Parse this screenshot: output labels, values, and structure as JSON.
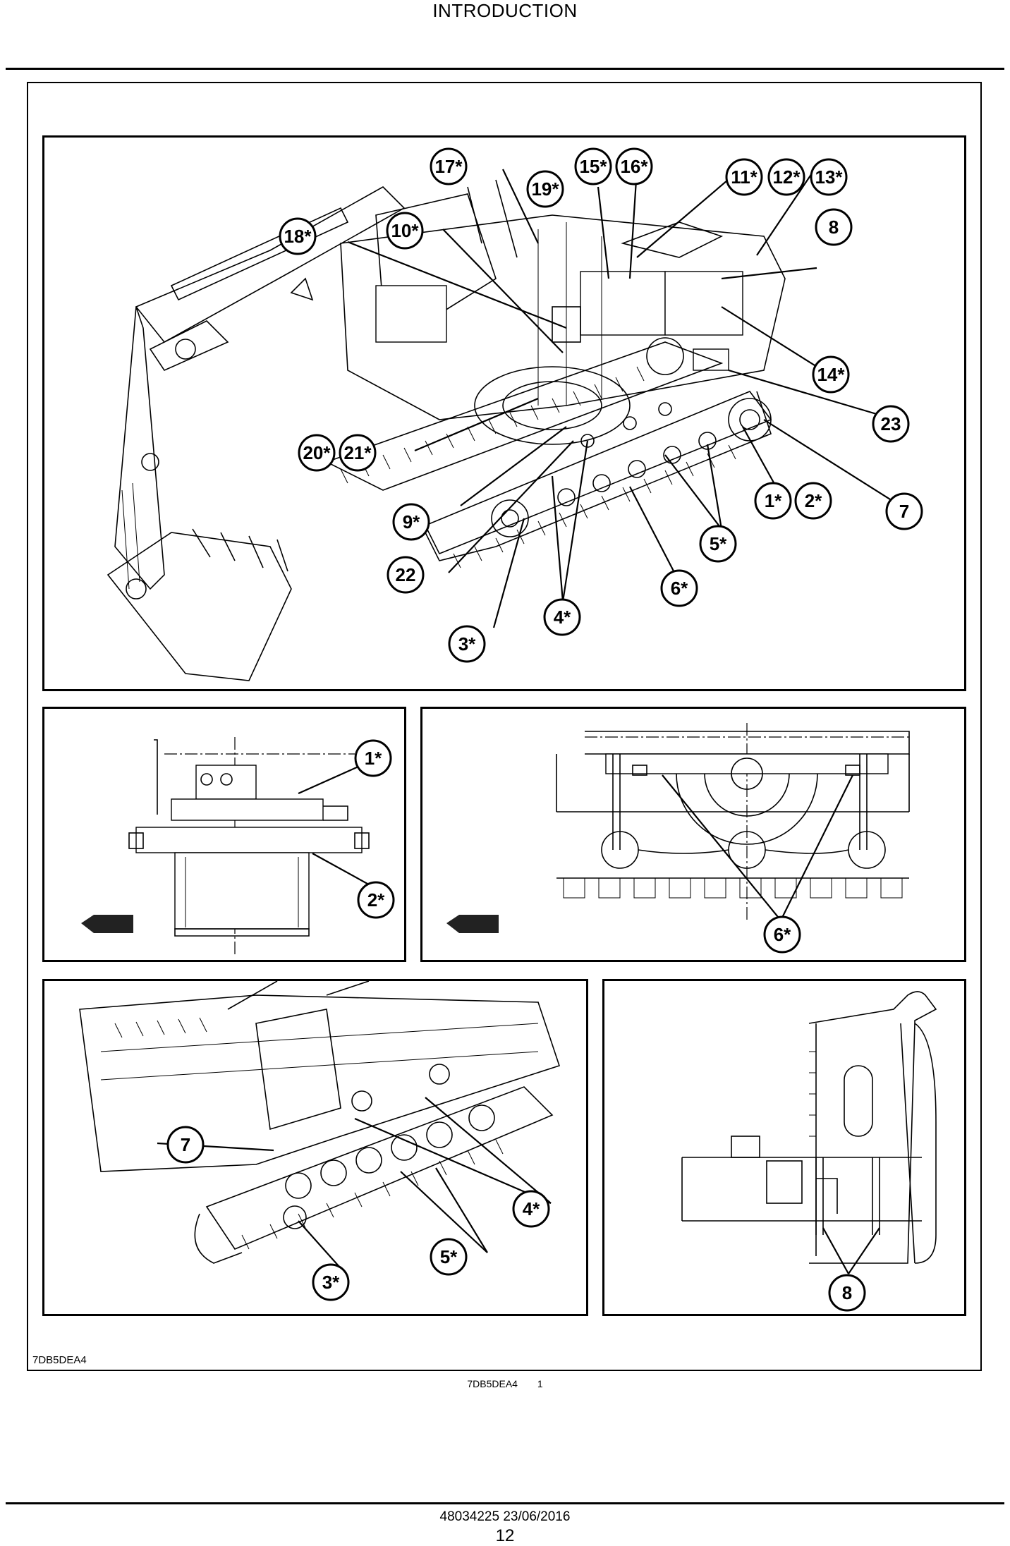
{
  "header": {
    "title": "INTRODUCTION"
  },
  "figure": {
    "code": "7DB5DEA4",
    "caption_code": "7DB5DEA4",
    "caption_number": "1",
    "main_callouts": [
      "17*",
      "15*",
      "16*",
      "19*",
      "11*",
      "12*",
      "13*",
      "18*",
      "10*",
      "8",
      "14*",
      "23",
      "20*",
      "21*",
      "1*",
      "2*",
      "7",
      "9*",
      "5*",
      "22",
      "6*",
      "4*",
      "3*"
    ],
    "detail_drive_callouts": [
      "1*",
      "2*"
    ],
    "detail_frame_callouts": [
      "6*"
    ],
    "detail_track_callouts": [
      "7",
      "4*",
      "5*",
      "3*"
    ],
    "detail_guard_callouts": [
      "8"
    ]
  },
  "footer": {
    "doc_ref": "48034225 23/06/2016",
    "page_number": "12"
  }
}
